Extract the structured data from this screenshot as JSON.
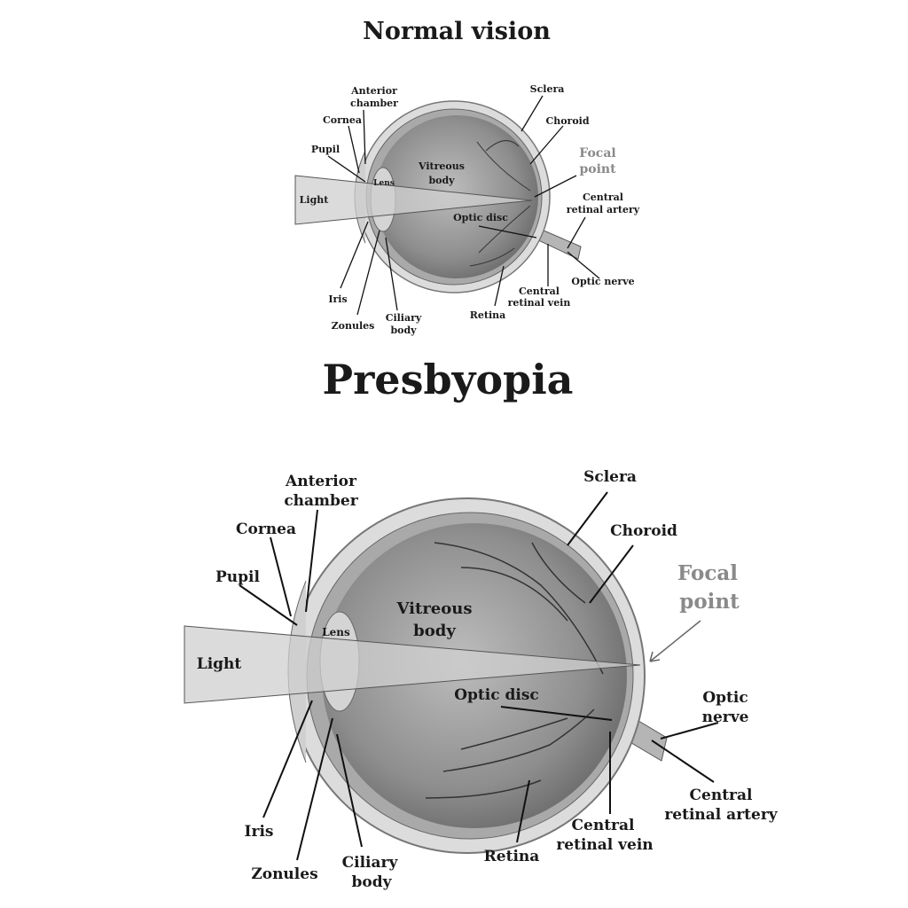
{
  "normal": {
    "title": "Normal vision",
    "labels": {
      "anterior_chamber_1": "Anterior",
      "anterior_chamber_2": "chamber",
      "cornea": "Cornea",
      "pupil": "Pupil",
      "lens": "Lens",
      "vitreous_body_1": "Vitreous",
      "vitreous_body_2": "body",
      "light": "Light",
      "optic_disc": "Optic disc",
      "sclera": "Sclera",
      "choroid": "Choroid",
      "focal_point_1": "Focal",
      "focal_point_2": "point",
      "central_retinal_artery_1": "Central",
      "central_retinal_artery_2": "retinal artery",
      "optic_nerve": "Optic nerve",
      "central_retinal_vein_1": "Central",
      "central_retinal_vein_2": "retinal vein",
      "retina": "Retina",
      "iris": "Iris",
      "zonules": "Zonules",
      "ciliary_body_1": "Ciliary",
      "ciliary_body_2": "body"
    }
  },
  "presbyopia": {
    "title": "Presbyopia",
    "labels": {
      "anterior_chamber_1": "Anterior",
      "anterior_chamber_2": "chamber",
      "cornea": "Cornea",
      "pupil": "Pupil",
      "lens": "Lens",
      "vitreous_body_1": "Vitreous",
      "vitreous_body_2": "body",
      "light": "Light",
      "optic_disc": "Optic disc",
      "sclera": "Sclera",
      "choroid": "Choroid",
      "focal_point_1": "Focal",
      "focal_point_2": "point",
      "optic_nerve_1": "Optic",
      "optic_nerve_2": "nerve",
      "central_retinal_artery_1": "Central",
      "central_retinal_artery_2": "retinal artery",
      "central_retinal_vein_1": "Central",
      "central_retinal_vein_2": "retinal vein",
      "retina": "Retina",
      "iris": "Iris",
      "zonules": "Zonules",
      "ciliary_body_1": "Ciliary",
      "ciliary_body_2": "body"
    }
  }
}
